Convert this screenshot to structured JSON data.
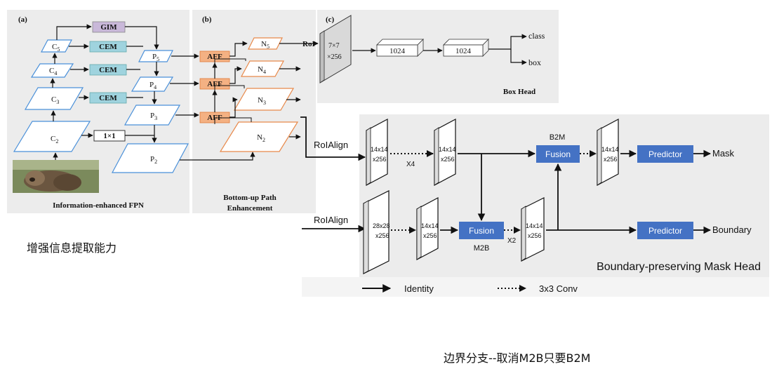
{
  "panel_a": {
    "tag": "(a)",
    "caption": "Information-enhanced FPN",
    "gim": "GIM",
    "cem1": "CEM",
    "cem2": "CEM",
    "cem3": "CEM",
    "conv1x1": "1×1",
    "c5": "C",
    "c5_sub": "5",
    "c4": "C",
    "c4_sub": "4",
    "c3": "C",
    "c3_sub": "3",
    "c2": "C",
    "c2_sub": "2",
    "p5": "P",
    "p5_sub": "5",
    "p4": "P",
    "p4_sub": "4",
    "p3": "P",
    "p3_sub": "3",
    "p2": "P",
    "p2_sub": "2"
  },
  "panel_b": {
    "tag": "(b)",
    "caption_line1": "Bottom-up Path",
    "caption_line2": "Enhancement",
    "aff1": "AFF",
    "aff2": "AFF",
    "aff3": "AFF",
    "n5": "N",
    "n5_sub": "5",
    "n4": "N",
    "n4_sub": "4",
    "n3": "N",
    "n3_sub": "3",
    "n2": "N",
    "n2_sub": "2"
  },
  "panel_c": {
    "tag": "(c)",
    "roi": "RoI",
    "feat_line1": "7×7",
    "feat_line2": "×256",
    "fc1": "1024",
    "fc2": "1024",
    "out_class": "class",
    "out_box": "box",
    "caption": "Box Head"
  },
  "mask_head": {
    "roialign_top": "RoIAlign",
    "roialign_bottom": "RoIAlign",
    "f1_l1": "14x14",
    "f1_l2": "x256",
    "f2_l1": "14x14",
    "f2_l2": "x256",
    "f3_l1": "14x14",
    "f3_l2": "x256",
    "f4_l1": "28x28",
    "f4_l2": "x256",
    "f5_l1": "14x14",
    "f5_l2": "x256",
    "f6_l1": "14x14",
    "f6_l2": "x256",
    "x4": "X4",
    "x2": "X2",
    "b2m_label": "B2M",
    "b2m_fusion": "Fusion",
    "m2b_fusion": "Fusion",
    "m2b_label": "M2B",
    "predictor_top": "Predictor",
    "predictor_bottom": "Predictor",
    "out_mask": "Mask",
    "out_boundary": "Boundary",
    "caption": "Boundary-preserving Mask Head",
    "legend_identity": "Identity",
    "legend_conv": "3x3 Conv"
  },
  "notes": {
    "note1": "增强信息提取能力",
    "note2": "边界分支--取消M2B只要B2M"
  },
  "colors": {
    "panel_bg": "#ececec",
    "cem": "#9fd3de",
    "gim": "#c9b8d9",
    "aff": "#f4b183",
    "aff_border": "#e07b39",
    "n_border": "#e8894a",
    "c_border": "#4a90d9",
    "fusion_blue": "#4472c4"
  },
  "icons": {
    "photo": "bear-photo"
  }
}
